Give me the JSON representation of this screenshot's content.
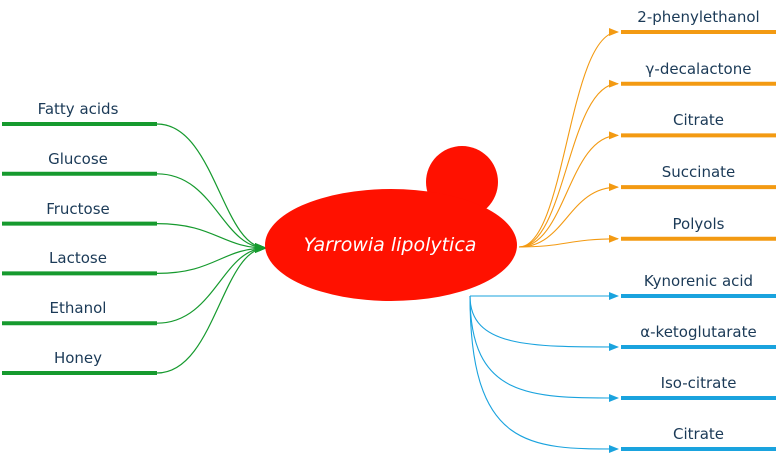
{
  "organism": "Yarrowia lipolytica",
  "substrates": [
    "Fatty acids",
    "Glucose",
    "Fructose",
    "Lactose",
    "Ethanol",
    "Honey"
  ],
  "products_orange": [
    "2-phenylethanol",
    "γ-decalactone",
    "Citrate",
    "Succinate",
    "Polyols"
  ],
  "products_blue": [
    "Kynorenic acid",
    "α-ketoglutarate",
    "Iso-citrate",
    "Citrate"
  ],
  "colors": {
    "cell": "#ff1100",
    "substrate": "#169a2e",
    "orange_products": "#f39a12",
    "blue_products": "#1aa3de",
    "label_text": "#1b3a57",
    "organism_text": "#ffffff"
  }
}
